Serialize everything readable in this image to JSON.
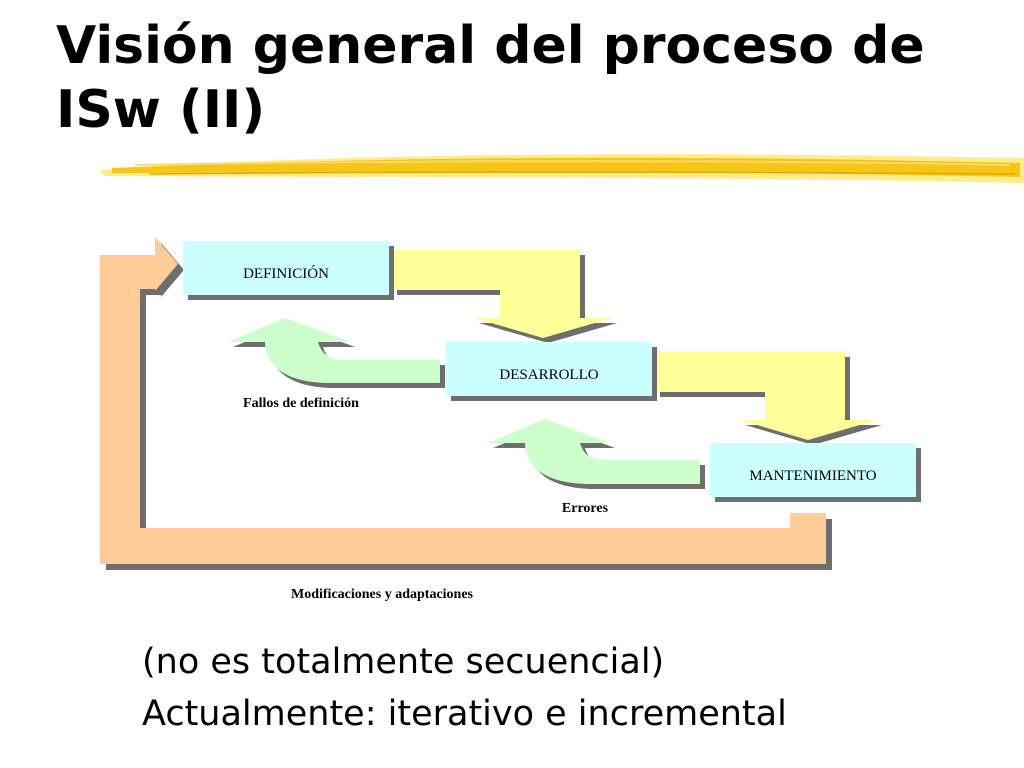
{
  "title": "Visión general del proceso de ISw (II)",
  "diagram": {
    "phases": [
      "DEFINICIÓN",
      "DESARROLLO",
      "MANTENIMIENTO"
    ],
    "feedback_labels": [
      "Fallos de definición",
      "Errores"
    ],
    "loop_label": "Modificaciones y adaptaciones"
  },
  "bullets": [
    "(no es totalmente secuencial)",
    "Actualmente: iterativo e incremental"
  ],
  "colors": {
    "phase_box": "#ccffff",
    "forward_arrow": "#ffff99",
    "feedback_arrow": "#ccffcc",
    "loop_arrow": "#ffcc99",
    "shadow": "#6e6e6e",
    "underline_brush": "#f7c21a"
  }
}
